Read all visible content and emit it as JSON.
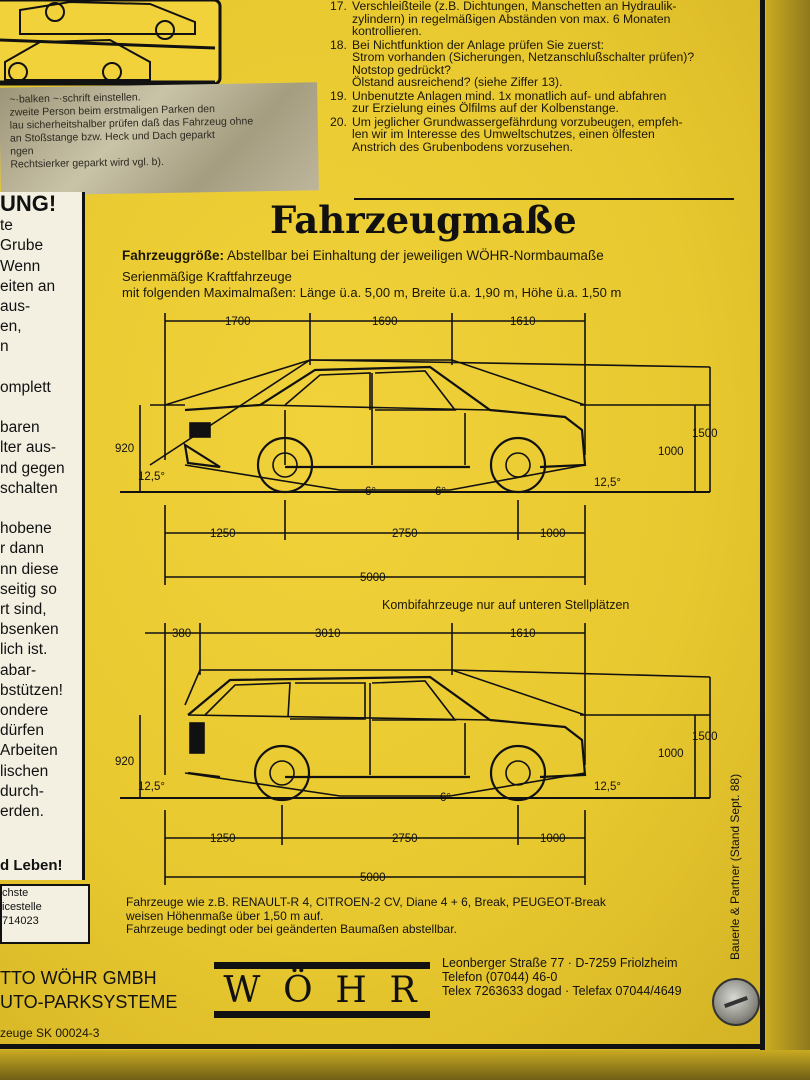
{
  "rules": [
    {
      "num": "17.",
      "text": "Verschleißteile (z.B. Dichtungen, Manschetten an Hydraulik-\nzylindern) in regelmäßigen Abständen von max. 6 Monaten\nkontrollieren."
    },
    {
      "num": "18.",
      "text": "Bei Nichtfunktion der Anlage prüfen Sie zuerst:\nStrom vorhanden (Sicherungen, Netzanschlußschalter prüfen)?\nNotstop gedrückt?\nÖlstand ausreichend? (siehe Ziffer 13)."
    },
    {
      "num": "19.",
      "text": "Unbenutzte Anlagen mind. 1x monatlich auf- und abfahren\nzur Erzielung eines Ölfilms auf der Kolbenstange."
    },
    {
      "num": "20.",
      "text": "Um jeglicher Grundwassergefährdung vorzubeugen, empfeh-\nlen wir im Interesse des Umweltschutzes, einen ölfesten\nAnstrich des Grubenbodens vorzusehen."
    }
  ],
  "sticker_lines": [
    "~·balken ~·schrift einstellen.",
    "zweite Person beim erstmaligen Parken den",
    "lau sicherheitshalber prüfen daß das Fahrzeug ohne",
    "an Stoßstange bzw. Heck und Dach geparkt",
    "ngen",
    "Rechtsierker geparkt wird vgl. b)."
  ],
  "left_column": {
    "heading": "UNG!",
    "lines": [
      "te",
      "Grube",
      "Wenn",
      "eiten an",
      "aus-",
      "en,",
      "n",
      "",
      "omplett",
      "",
      "baren",
      "lter aus-",
      "nd gegen",
      "schalten",
      "",
      "hobene",
      "r dann",
      "nn diese",
      "seitig so",
      "rt sind,",
      "bsenken",
      "lich ist.",
      "abar-",
      "bstützen!",
      "ondere",
      "dürfen",
      "Arbeiten",
      "lischen",
      "durch-",
      "erden."
    ],
    "footer": "d Leben!"
  },
  "small_box_lines": [
    "chste",
    "icestelle",
    "714023"
  ],
  "title": "Fahrzeugmaße",
  "size_label": "Fahrzeuggröße:",
  "size_text": "Abstellbar bei Einhaltung der jeweiligen WÖHR-Normbaumaße",
  "series_line1": "Serienmäßige Kraftfahrzeuge",
  "series_line2": "mit folgenden Maximalmaßen: Länge ü.a. 5,00 m, Breite ü.a. 1,90 m, Höhe ü.a. 1,50 m",
  "kombi_caption": "Kombifahrzeuge nur auf unteren Stellplätzen",
  "diagram1": {
    "top_dims": [
      "1700",
      "1690",
      "1610"
    ],
    "bottom_dims": [
      "1250",
      "2750",
      "1000"
    ],
    "total": "5000",
    "left_height": "920",
    "mid_height": "1000",
    "right_height": "1500",
    "angle_left": "12,5°",
    "angle_right": "12,5°",
    "angle_mid1": "6°",
    "angle_mid2": "6°"
  },
  "diagram2": {
    "top_dims": [
      "380",
      "3010",
      "1610"
    ],
    "bottom_dims": [
      "1250",
      "2750",
      "1000"
    ],
    "total": "5000",
    "left_height": "920",
    "mid_height": "1000",
    "right_height": "1500",
    "angle_left": "12,5°",
    "angle_right": "12,5°",
    "angle_mid": "6°"
  },
  "note_lines": [
    "Fahrzeuge wie z.B. RENAULT-R 4, CITROEN-2 CV, Diane 4 + 6, Break, PEUGEOT-Break",
    "weisen Höhenmaße über 1,50 m auf.",
    "Fahrzeuge bedingt oder bei geänderten Baumaßen abstellbar."
  ],
  "company_line1": "TTO WÖHR GMBH",
  "company_line2": "UTO-PARKSYSTEME",
  "logo_letters": [
    "W",
    "Ö",
    "H",
    "R"
  ],
  "address_line1": "Leonberger Straße 77 · D-7259 Friolzheim",
  "address_line2": "Telefon (07044) 46-0",
  "address_line3": "Telex 7263633 dogad · Telefax 07044/4649",
  "side_text": "Bauerle & Partner (Stand Sept. 88)",
  "part_code": "zeuge SK 00024-3",
  "colors": {
    "sign_yellow": "#e8c82f",
    "ink": "#111111",
    "paper": "#f3f0e2"
  }
}
